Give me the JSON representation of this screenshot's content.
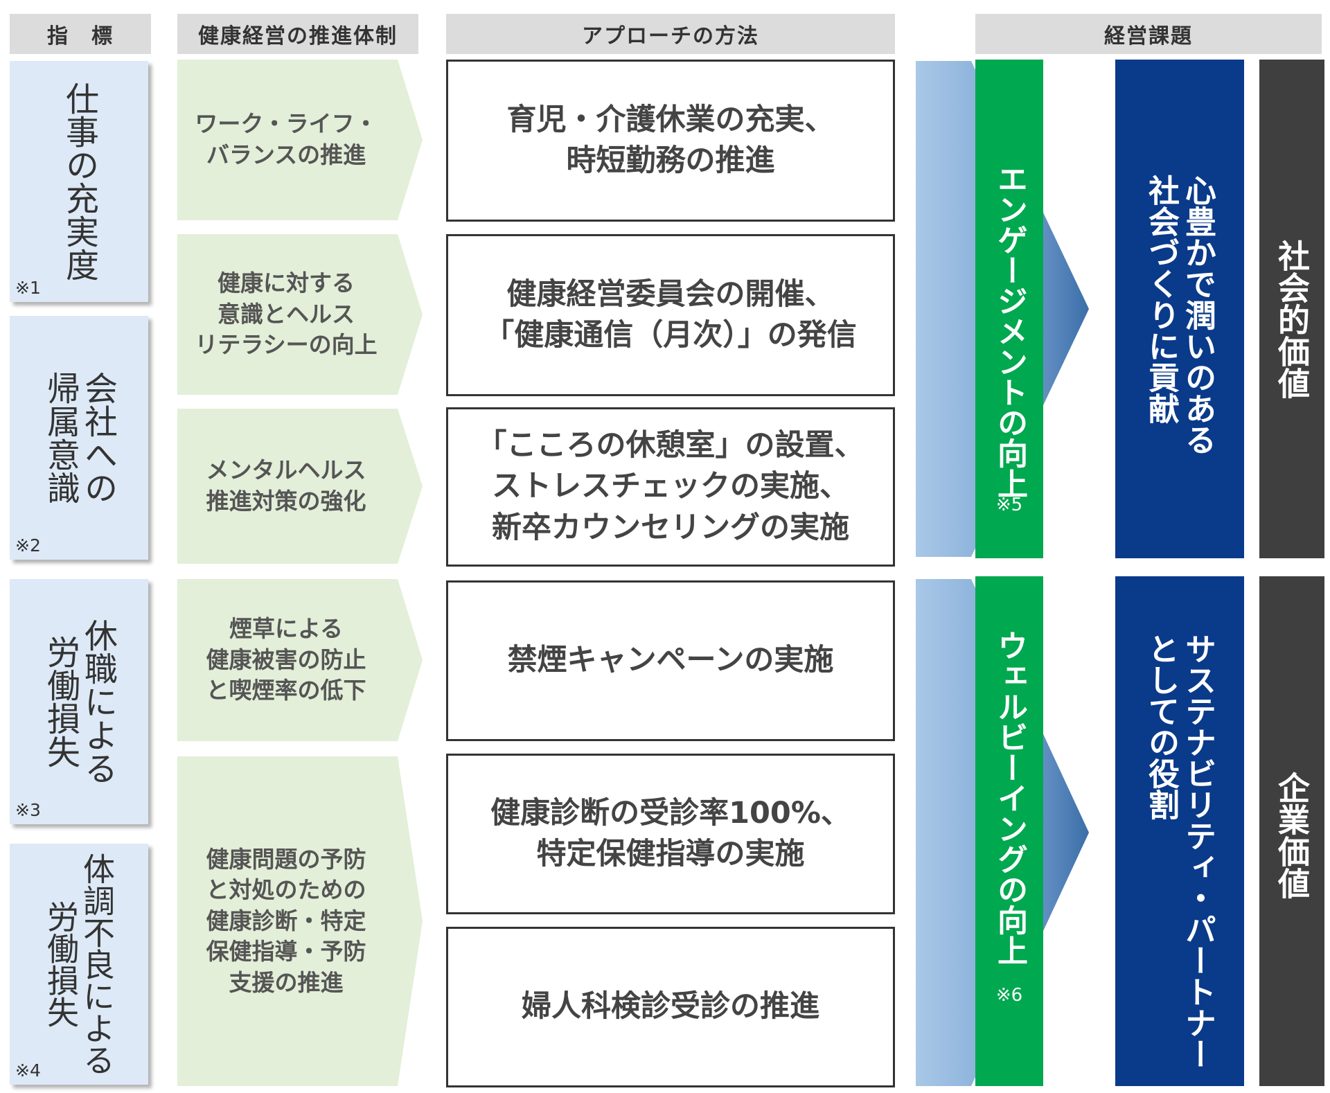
{
  "headers": {
    "indicator": "指　標",
    "system": "健康経営の推進体制",
    "approach": "アプローチの方法",
    "issue": "経営課題"
  },
  "indicators": [
    {
      "lines": [
        "仕事の充実度"
      ],
      "note": "※1"
    },
    {
      "lines": [
        "会社への",
        "帰属意識"
      ],
      "note": "※2"
    },
    {
      "lines": [
        "休職による",
        "労働損失"
      ],
      "note": "※3"
    },
    {
      "lines": [
        "体調不良による",
        "労働損失"
      ],
      "note": "※4"
    }
  ],
  "systems": [
    {
      "lines": [
        "ワーク・ライフ・",
        "バランスの推進"
      ]
    },
    {
      "lines": [
        "健康に対する",
        "意識とヘルス",
        "リテラシーの向上"
      ]
    },
    {
      "lines": [
        "メンタルヘルス",
        "推進対策の強化"
      ]
    },
    {
      "lines": [
        "煙草による",
        "健康被害の防止",
        "と喫煙率の低下"
      ]
    },
    {
      "lines": [
        "健康問題の予防",
        "と対処のための",
        "健康診断・特定",
        "保健指導・予防",
        "支援の推進"
      ]
    }
  ],
  "approaches": [
    {
      "lines": [
        "育児・介護休業の充実、",
        "時短勤務の推進"
      ]
    },
    {
      "lines": [
        "健康経営委員会の開催、",
        "「健康通信（月次）」の発信"
      ]
    },
    {
      "lines": [
        "「こころの休憩室」の設置、",
        "ストレスチェックの実施、",
        "新卒カウンセリングの実施"
      ]
    },
    {
      "lines": [
        "禁煙キャンペーンの実施"
      ]
    },
    {
      "lines": [
        "健康診断の受診率100%、",
        "特定保健指導の実施"
      ]
    },
    {
      "lines": [
        "婦人科検診受診の推進"
      ]
    }
  ],
  "outcomes": [
    {
      "text": "エンゲージメントの向上",
      "note": "※5"
    },
    {
      "text": "ウェルビーイングの向上",
      "note": "※6"
    }
  ],
  "issues": [
    {
      "lines": [
        "心豊かで潤いのある",
        "社会づくりに貢献"
      ]
    },
    {
      "lines": [
        "サステナビリティ・パートナー",
        "としての役割"
      ]
    }
  ],
  "values": [
    {
      "text": "社会的価値"
    },
    {
      "text": "企業価値"
    }
  ],
  "colors": {
    "header_bg": "#dcdcdc",
    "indicator_bg": "#dde9f6",
    "system_bg": "#e3efd9",
    "outcome_bg": "#00a84f",
    "issue_bg": "#0a3a8a",
    "value_bg": "#3f3f3f"
  },
  "icons": {
    "flow_chevron": "chevron-right-arrow"
  }
}
